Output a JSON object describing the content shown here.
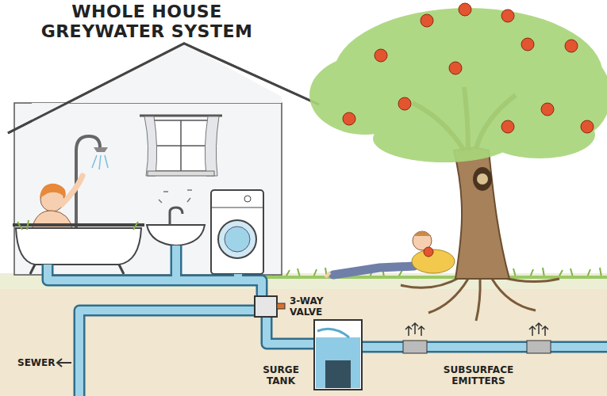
{
  "diagram": {
    "title": "WHOLE HOUSE GREYWATER SYSTEM",
    "labels": [
      "3-WAY VALVE",
      "SEWER",
      "SURGE TANK",
      "SUBSURFACE EMITTERS"
    ]
  }
}
